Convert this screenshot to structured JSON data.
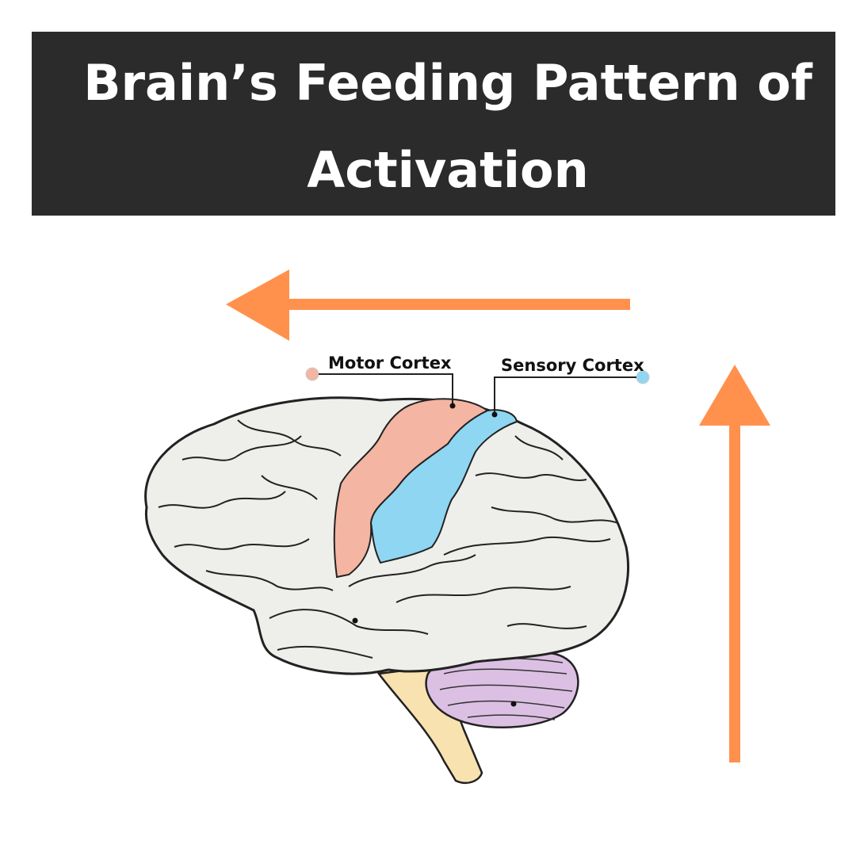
{
  "title": {
    "line1": "Brain’s Feeding Pattern of",
    "line2": "Activation"
  },
  "labels": {
    "motor": "Motor Cortex",
    "sensory": "Sensory Cortex"
  },
  "colors": {
    "banner": "#2b2b2b",
    "arrow": "#ff914d",
    "motor": "#f4b5a2",
    "sensory": "#8fd6f2",
    "cerebellum": "#d9b8e0",
    "brain": "#eeeeea",
    "stem": "#f8e2b0"
  },
  "icons": {
    "arrow_left": "arrow-left-icon",
    "arrow_up": "arrow-up-icon"
  }
}
